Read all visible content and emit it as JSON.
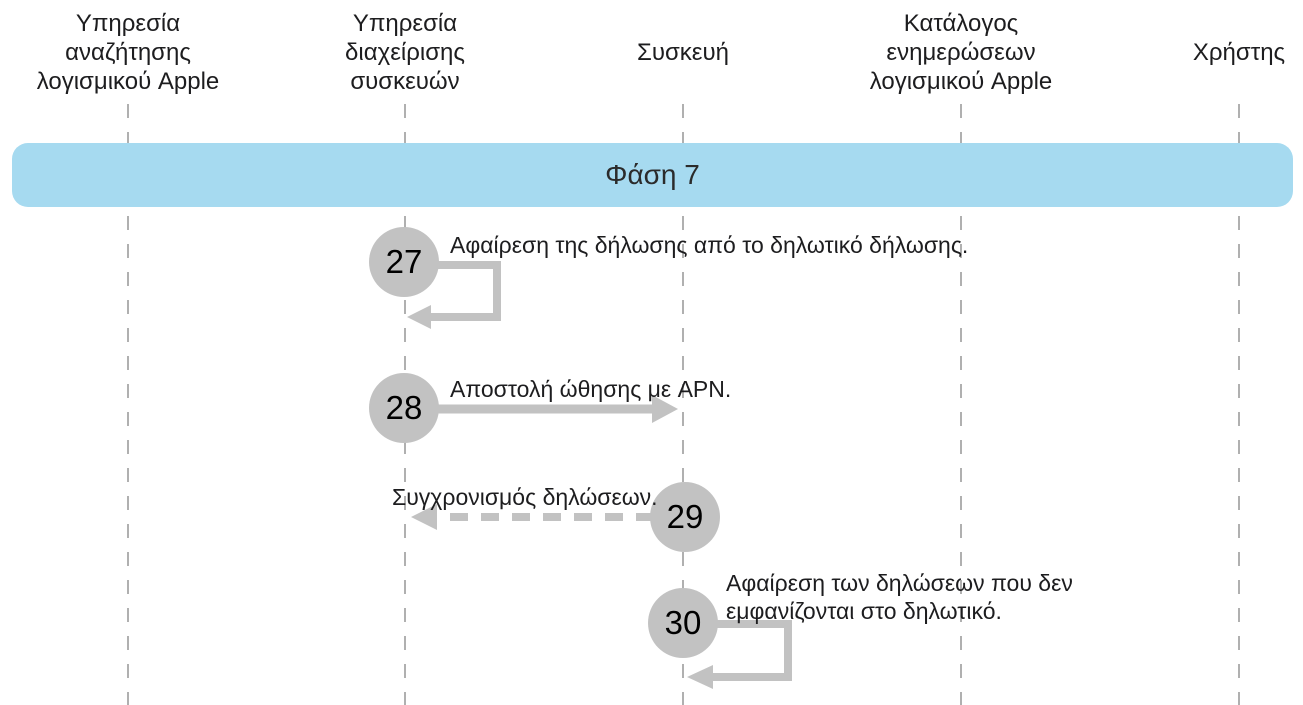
{
  "colors": {
    "phase-bg": "#a6daf0",
    "shape-gray": "#c2c2c2",
    "lifeline-gray": "#b0b0b0",
    "text": "#1d1d1f"
  },
  "diagram": {
    "actors": [
      {
        "name": "Υπηρεσία αναζήτησης λογισμικού Apple"
      },
      {
        "name": "Υπηρεσία διαχείρισης συσκευών"
      },
      {
        "name": "Συσκευή"
      },
      {
        "name": "Κατάλογος ενημερώσεων λογισμικού Apple"
      },
      {
        "name": "Χρήστης"
      }
    ],
    "phase_label": "Φάση 7",
    "steps": [
      {
        "number": "27",
        "lines": [
          "Αφαίρεση της δήλωσης από το δηλωτικό δήλωσης."
        ]
      },
      {
        "number": "28",
        "lines": [
          "Αποστολή ώθησης με APN."
        ]
      },
      {
        "number": "29",
        "lines": [
          "Συγχρονισμός δηλώσεων."
        ]
      },
      {
        "number": "30",
        "lines": [
          "Αφαίρεση των δηλώσεων που δεν",
          "εμφανίζονται στο δηλωτικό."
        ]
      }
    ]
  }
}
